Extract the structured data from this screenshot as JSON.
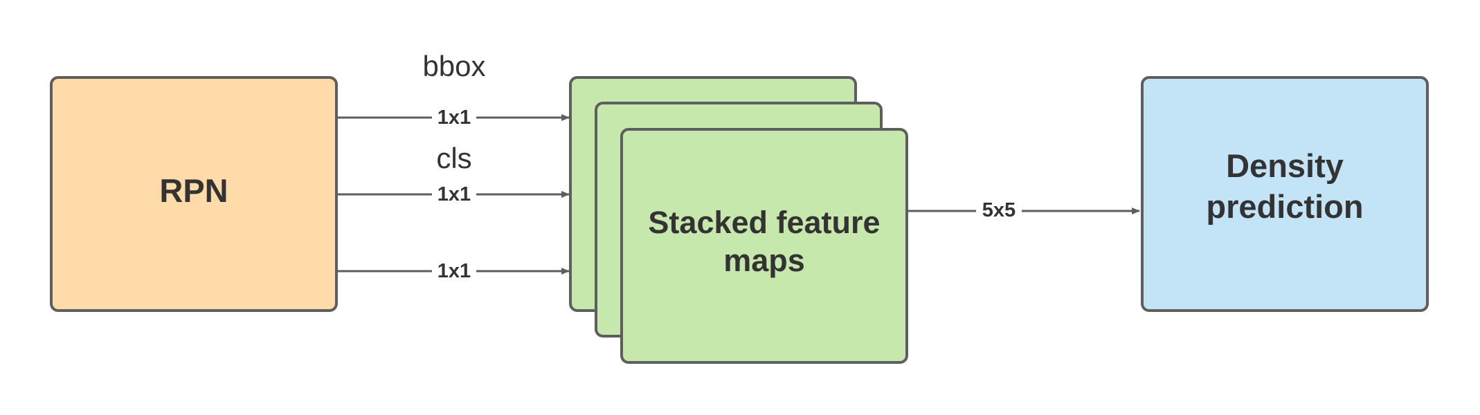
{
  "diagram": {
    "nodes": {
      "rpn": {
        "label": "RPN",
        "color": "#FFDBA9"
      },
      "features": {
        "line1": "Stacked feature",
        "line2": "maps",
        "color": "#C7E8AC"
      },
      "density": {
        "line1": "Density",
        "line2": "prediction",
        "color": "#C3E4F6"
      }
    },
    "edges": {
      "top": {
        "label": "1x1",
        "caption": "bbox"
      },
      "middle": {
        "label": "1x1",
        "caption": "cls"
      },
      "bottom": {
        "label": "1x1"
      },
      "output": {
        "label": "5x5"
      }
    },
    "colors": {
      "stroke": "#5E5E5E",
      "text": "#333333"
    }
  }
}
